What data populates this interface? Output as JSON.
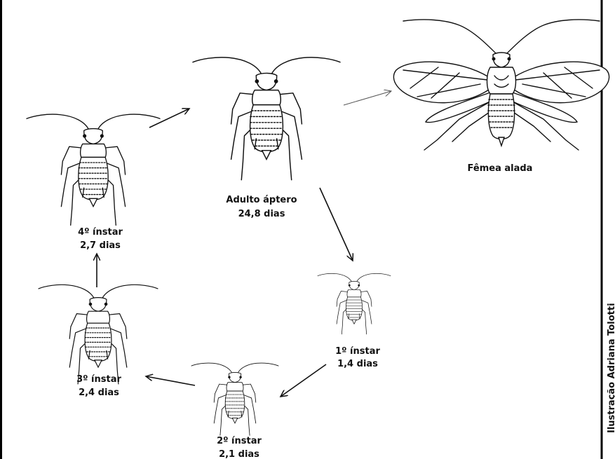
{
  "diagram": {
    "stages": [
      {
        "id": "adult",
        "name": "Adulto áptero",
        "duration": "24,8 dias"
      },
      {
        "id": "winged",
        "name": "Fêmea alada",
        "duration": ""
      },
      {
        "id": "i1",
        "name": "1º ínstar",
        "duration": "1,4 dias"
      },
      {
        "id": "i2",
        "name": "2º ínstar",
        "duration": "2,1 dias"
      },
      {
        "id": "i3",
        "name": "3º ínstar",
        "duration": "2,4 dias"
      },
      {
        "id": "i4",
        "name": "4º ínstar",
        "duration": "2,7 dias"
      }
    ],
    "credit": "Ilustração Adriana Tolotti"
  }
}
